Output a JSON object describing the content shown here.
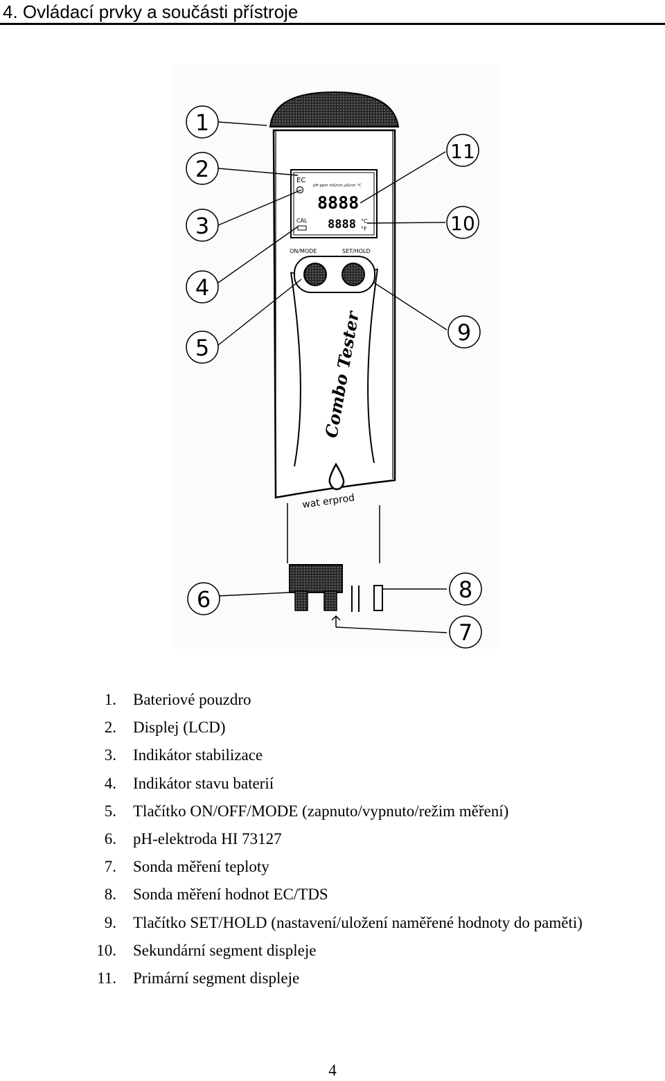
{
  "heading": "4. Ovládací prvky a součásti přístroje",
  "device": {
    "display": {
      "top_left": "EC",
      "mode_row": "pH ppm mS/cm µS/cm °C",
      "primary": "8888",
      "secondary": "8888",
      "unit_c": "°C",
      "unit_f": "°F",
      "cal": "CAL"
    },
    "button_left_label": "ON/MODE",
    "button_right_label": "SET/HOLD",
    "brand_text": "Combo Tester",
    "maker_text": "wat erprod"
  },
  "callouts": [
    "1",
    "2",
    "3",
    "4",
    "5",
    "6",
    "7",
    "8",
    "9",
    "10",
    "11"
  ],
  "legend": [
    {
      "num": "1.",
      "text": "Bateriové pouzdro"
    },
    {
      "num": "2.",
      "text": "Displej (LCD)"
    },
    {
      "num": "3.",
      "text": "Indikátor stabilizace"
    },
    {
      "num": "4.",
      "text": "Indikátor stavu baterií"
    },
    {
      "num": "5.",
      "text": "Tlačítko ON/OFF/MODE (zapnuto/vypnuto/režim měření)"
    },
    {
      "num": "6.",
      "text": "pH-elektroda HI 73127"
    },
    {
      "num": "7.",
      "text": "Sonda měření teploty"
    },
    {
      "num": "8.",
      "text": "Sonda měření hodnot EC/TDS"
    },
    {
      "num": "9.",
      "text": "Tlačítko SET/HOLD (nastavení/uložení naměřené hodnoty do paměti)"
    },
    {
      "num": "10.",
      "text": "Sekundární segment displeje"
    },
    {
      "num": "11.",
      "text": "Primární segment displeje"
    }
  ],
  "page_number": "4"
}
